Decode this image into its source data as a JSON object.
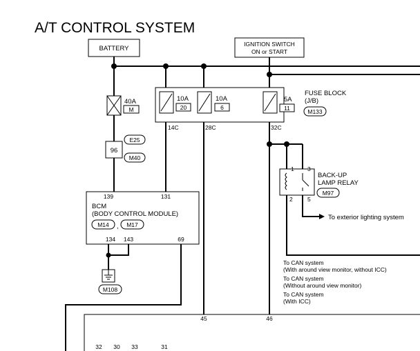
{
  "title": "A/T CONTROL SYSTEM",
  "battery": {
    "label": "BATTERY"
  },
  "ignition": {
    "line1": "IGNITION SWITCH",
    "line2": "ON or START"
  },
  "fuse_main": {
    "amps": "40A",
    "code": "M"
  },
  "fuses": [
    {
      "amps": "10A",
      "num": "20",
      "terminal": "14C"
    },
    {
      "amps": "10A",
      "num": "6",
      "terminal": "28C"
    },
    {
      "amps": "5A",
      "num": "11",
      "terminal": "32C"
    }
  ],
  "fuse_block": {
    "line1": "FUSE BLOCK",
    "line2": "(J/B)",
    "connector": "M133"
  },
  "joint": {
    "num": "96",
    "conn_top": "E25",
    "conn_bottom": "M40"
  },
  "bcm": {
    "pin_top_left": "139",
    "pin_top_right": "131",
    "line1": "BCM",
    "line2": "(BODY CONTROL MODULE)",
    "conn1": "M14",
    "sep": ",",
    "conn2": "M17",
    "pin_b1": "134",
    "pin_b2": "143",
    "pin_b3": "69"
  },
  "ground": {
    "connector": "M108"
  },
  "relay": {
    "line1": "BACK-UP",
    "line2": "LAMP RELAY",
    "connector": "M97",
    "pin1": "1",
    "pin2": "2",
    "pin3": "3",
    "pin5": "5",
    "output": "To exterior lighting system"
  },
  "can_notes": [
    "To CAN system",
    "(With around view monitor, without ICC)",
    "To CAN system",
    "(Without around view monitor)",
    "To CAN system",
    "(With ICC)"
  ],
  "tcm_pins_top": [
    "45",
    "46"
  ],
  "tcm_pins_bottom": [
    "32",
    "30",
    "33",
    "31"
  ]
}
